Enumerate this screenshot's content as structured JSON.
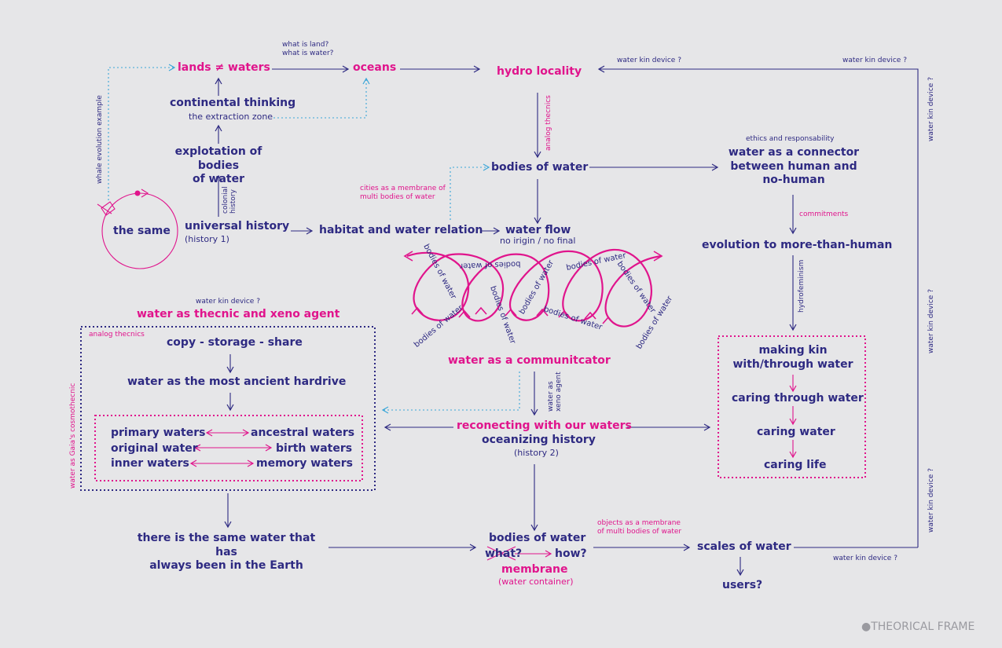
{
  "nodes": {
    "lands_waters": "lands ≠ waters",
    "oceans": "oceans",
    "hydro_locality": "hydro locality",
    "what_is_land": "what is land?\nwhat is water?",
    "continental": "continental thinking",
    "extraction_zone": "the extraction zone",
    "explotation": "explotation of bodies\nof water",
    "the_same": "the same",
    "universal_history": "universal history",
    "history1": "(history 1)",
    "habitat": "habitat and water relation",
    "bodies_of_water_top": "bodies of water",
    "water_flow": "water flow",
    "no_origin": "no irigin / no final",
    "ethics": "ethics and responsability",
    "connector": "water as a connector\nbetween human and\nno-human",
    "commitments": "commitments",
    "evolution": "evolution to more-than-human",
    "cities_membrane": "cities as a membrane of\nmulti bodies of water",
    "water_kin_q": "water kin device ?",
    "water_as_thecnic": "water as thecnic and xeno agent",
    "analog_thecnics": "analog thecnics",
    "copy_storage": "copy - storage - share",
    "ancient_hardrive": "water as the most ancient hardrive",
    "primary": "primary waters",
    "ancestral": "ancestral waters",
    "original": "original water",
    "birth": "birth waters",
    "inner": "inner waters",
    "memory": "memory waters",
    "communicator": "water as a communitcator",
    "reconecting": "reconecting with our waters",
    "oceanizing": "oceanizing history",
    "history2": "(history 2)",
    "making_kin": "making kin\nwith/through water",
    "caring_through": "caring through water",
    "caring_water": "caring water",
    "caring_life": "caring life",
    "same_water": "there is the same water that has\nalways been in the Earth",
    "bodies_of_water_bottom": "bodies of water",
    "what_q": "what?",
    "how_q": "how?",
    "membrane": "membrane",
    "water_container": "(water container)",
    "objects_membrane": "objects as a membrane\nof multi bodies of water",
    "scales": "scales of water",
    "users": "users?",
    "bodies_spiral": "bodies of water"
  },
  "vertical_labels": {
    "whale": "whale evolution example",
    "colonial": "colonial\nhistory",
    "analog_thecnics_v": "analog thecnics",
    "hydrofeminism": "hydrofeminism",
    "xeno_agent": "water as\nxeno agent",
    "gaia": "water as Gaia's cosmothecnic",
    "kin_device": "water kin device ?"
  },
  "footer": "●THEORICAL FRAME",
  "colors": {
    "background": "#e6e6e8",
    "pink": "#e0148c",
    "blue": "#2e2a82",
    "cyan": "#3aa6d8",
    "footer": "#9a9aa0"
  }
}
